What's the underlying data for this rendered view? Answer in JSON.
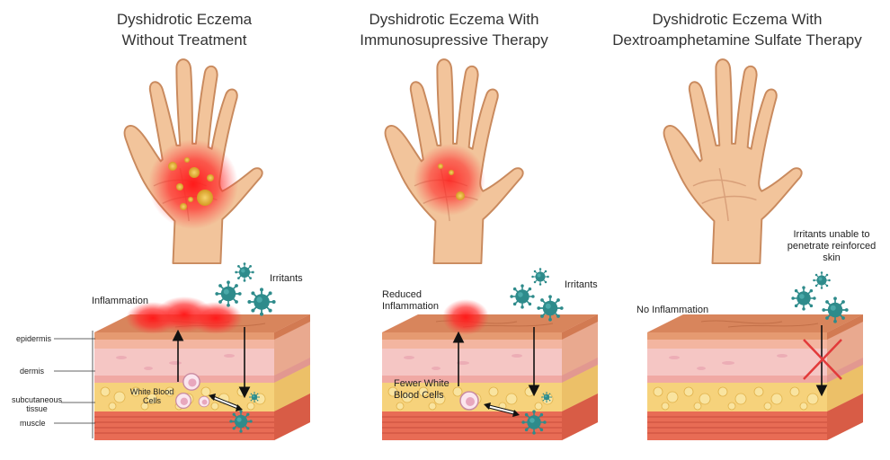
{
  "panels": [
    {
      "title_line1": "Dyshidrotic Eczema",
      "title_line2": "Without Treatment",
      "inflammation_label": "Inflammation",
      "irritants_label": "Irritants",
      "wbc_label_line1": "White Blood",
      "wbc_label_line2": "Cells",
      "layer_labels": {
        "epidermis": "epidermis",
        "dermis": "dermis",
        "subcutaneous_line1": "subcutaneous",
        "subcutaneous_line2": "tissue",
        "muscle": "muscle"
      }
    },
    {
      "title_line1": "Dyshidrotic Eczema With",
      "title_line2": "Immunosupressive Therapy",
      "inflammation_label_line1": "Reduced",
      "inflammation_label_line2": "Inflammation",
      "irritants_label": "Irritants",
      "wbc_label_line1": "Fewer White",
      "wbc_label_line2": "Blood Cells"
    },
    {
      "title_line1": "Dyshidrotic Eczema With",
      "title_line2": "Dextroamphetamine Sulfate Therapy",
      "inflammation_label": "No Inflammation",
      "irritants_label_line1": "Irritants unable to",
      "irritants_label_line2": "penetrate reinforced",
      "irritants_label_line3": "skin"
    }
  ],
  "colors": {
    "skin": "#f2c49b",
    "skin_outline": "#c98a5e",
    "inflammation": "#ff1a1a",
    "blister": "#e8b63a",
    "irritant": "#2e8b8b",
    "block_x": "#e23a3a"
  }
}
